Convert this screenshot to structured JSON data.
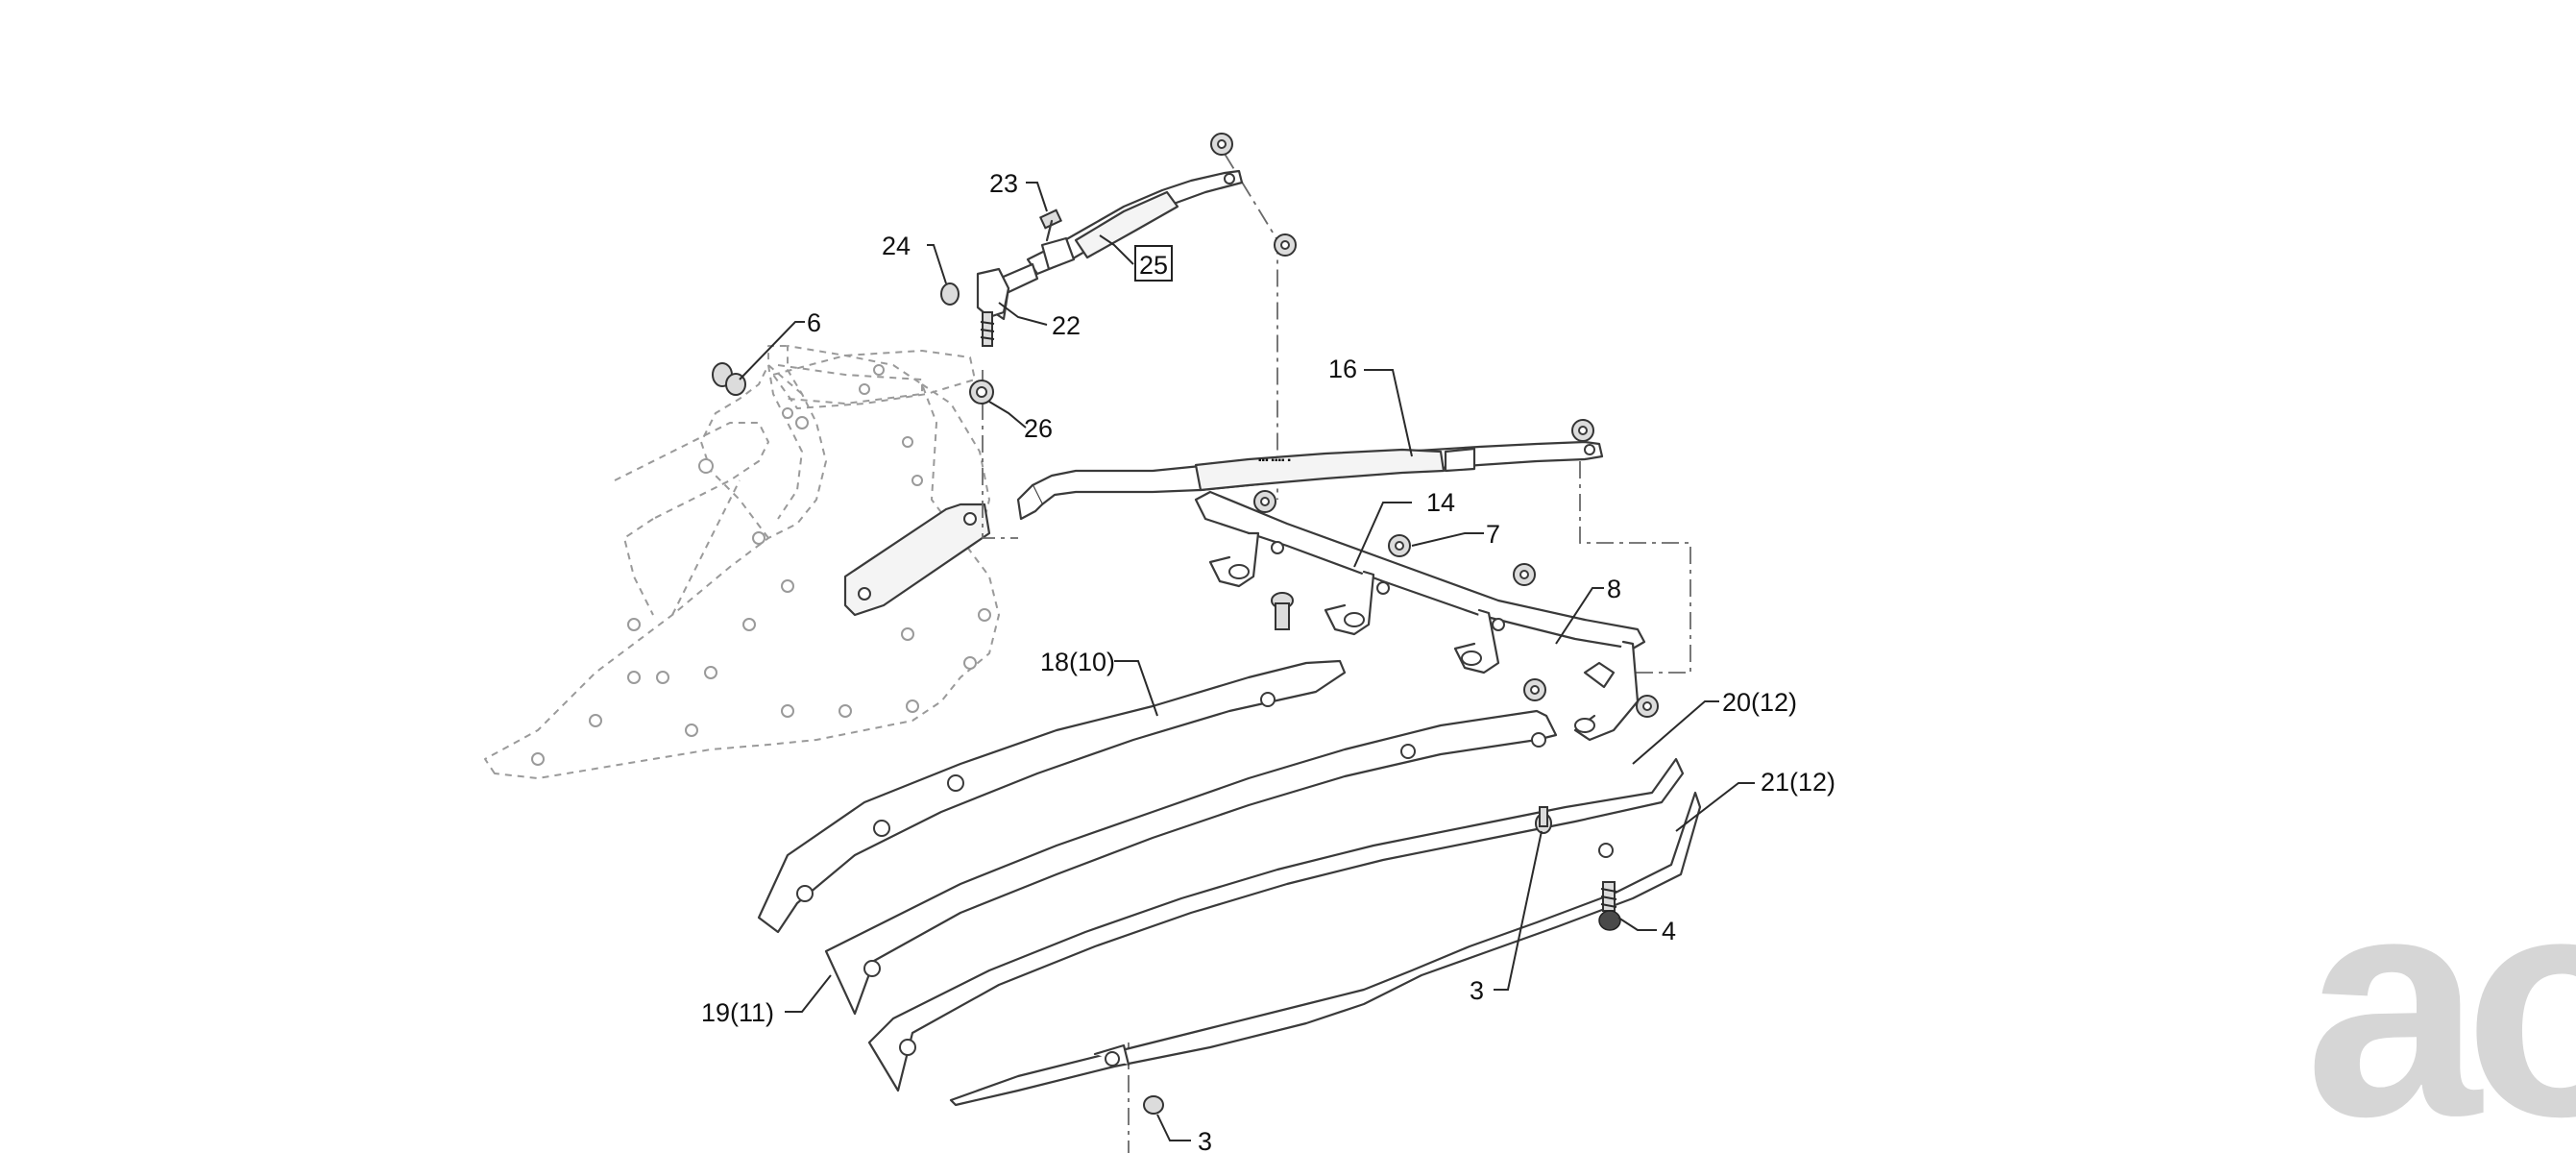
{
  "callouts": [
    {
      "id": "c23",
      "text": "23"
    },
    {
      "id": "c24",
      "text": "24"
    },
    {
      "id": "c25",
      "text": "25",
      "boxed": true
    },
    {
      "id": "c22",
      "text": "22"
    },
    {
      "id": "c6",
      "text": "6"
    },
    {
      "id": "c26",
      "text": "26"
    },
    {
      "id": "c16",
      "text": "16"
    },
    {
      "id": "c14",
      "text": "14"
    },
    {
      "id": "c7",
      "text": "7"
    },
    {
      "id": "c8",
      "text": "8"
    },
    {
      "id": "c18",
      "text": "18(10)"
    },
    {
      "id": "c20",
      "text": "20(12)"
    },
    {
      "id": "c21",
      "text": "21(12)"
    },
    {
      "id": "c4",
      "text": "4"
    },
    {
      "id": "c3a",
      "text": "3"
    },
    {
      "id": "c19",
      "text": "19(11)"
    },
    {
      "id": "c3b",
      "text": "3"
    }
  ],
  "watermark": {
    "text": "ao",
    "color": "#d6d6d6"
  },
  "colors": {
    "line": "#3a3a3a",
    "ghost": "#9a9a9a",
    "background": "#ffffff"
  }
}
